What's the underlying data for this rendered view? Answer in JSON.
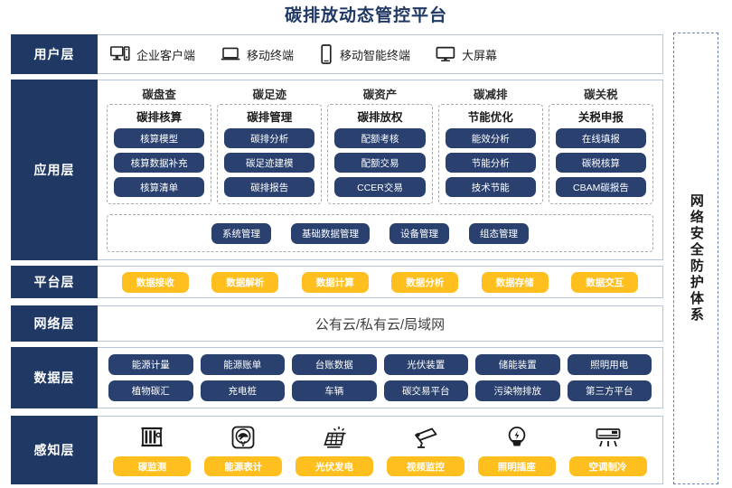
{
  "title": "碳排放动态管控平台",
  "security": {
    "label": "网络安全防护体系",
    "name": "network-security-system"
  },
  "user_layer": {
    "label": "用户层",
    "items": [
      {
        "icon": "desktop-tower-icon",
        "label": "企业客户端"
      },
      {
        "icon": "laptop-icon",
        "label": "移动终端"
      },
      {
        "icon": "smartphone-icon",
        "label": "移动智能终端"
      },
      {
        "icon": "monitor-icon",
        "label": "大屏幕"
      }
    ]
  },
  "app_layer": {
    "label": "应用层",
    "columns": [
      {
        "head": "碳盘查",
        "sub": "碳排核算",
        "pills": [
          "核算模型",
          "核算数据补充",
          "核算清单"
        ]
      },
      {
        "head": "碳足迹",
        "sub": "碳排管理",
        "pills": [
          "碳排分析",
          "碳足迹建模",
          "碳排报告"
        ]
      },
      {
        "head": "碳资产",
        "sub": "碳排放权",
        "pills": [
          "配额考核",
          "配额交易",
          "CCER交易"
        ]
      },
      {
        "head": "碳减排",
        "sub": "节能优化",
        "pills": [
          "能效分析",
          "节能分析",
          "技术节能"
        ]
      },
      {
        "head": "碳关税",
        "sub": "关税申报",
        "pills": [
          "在线填报",
          "碳税核算",
          "CBAM碳报告"
        ]
      }
    ],
    "management": [
      "系统管理",
      "基础数据管理",
      "设备管理",
      "组态管理"
    ]
  },
  "platform_layer": {
    "label": "平台层",
    "items": [
      "数据接收",
      "数据解析",
      "数据计算",
      "数据分析",
      "数据存储",
      "数据交互"
    ]
  },
  "network_layer": {
    "label": "网络层",
    "text": "公有云/私有云/局域网"
  },
  "data_layer": {
    "label": "数据层",
    "row1": [
      "能源计量",
      "能源账单",
      "台账数据",
      "光伏装置",
      "储能装置",
      "照明用电"
    ],
    "row2": [
      "植物碳汇",
      "充电桩",
      "车辆",
      "碳交易平台",
      "污染物排放",
      "第三方平台"
    ]
  },
  "sense_layer": {
    "label": "感知层",
    "items": [
      {
        "icon": "carbon-monitor-cabinet-icon",
        "label": "碳监测"
      },
      {
        "icon": "energy-meter-gauge-icon",
        "label": "能源表计"
      },
      {
        "icon": "solar-panel-icon",
        "label": "光伏发电"
      },
      {
        "icon": "cctv-camera-icon",
        "label": "视频监控"
      },
      {
        "icon": "lightbulb-socket-icon",
        "label": "照明插座"
      },
      {
        "icon": "air-conditioner-icon",
        "label": "空调制冷"
      }
    ]
  },
  "colors": {
    "navy": "#1f3864",
    "pill_navy": "#2a416f",
    "amber": "#ffc01f",
    "border": "#b9c3d9",
    "dashed": "#a9a9a9"
  }
}
